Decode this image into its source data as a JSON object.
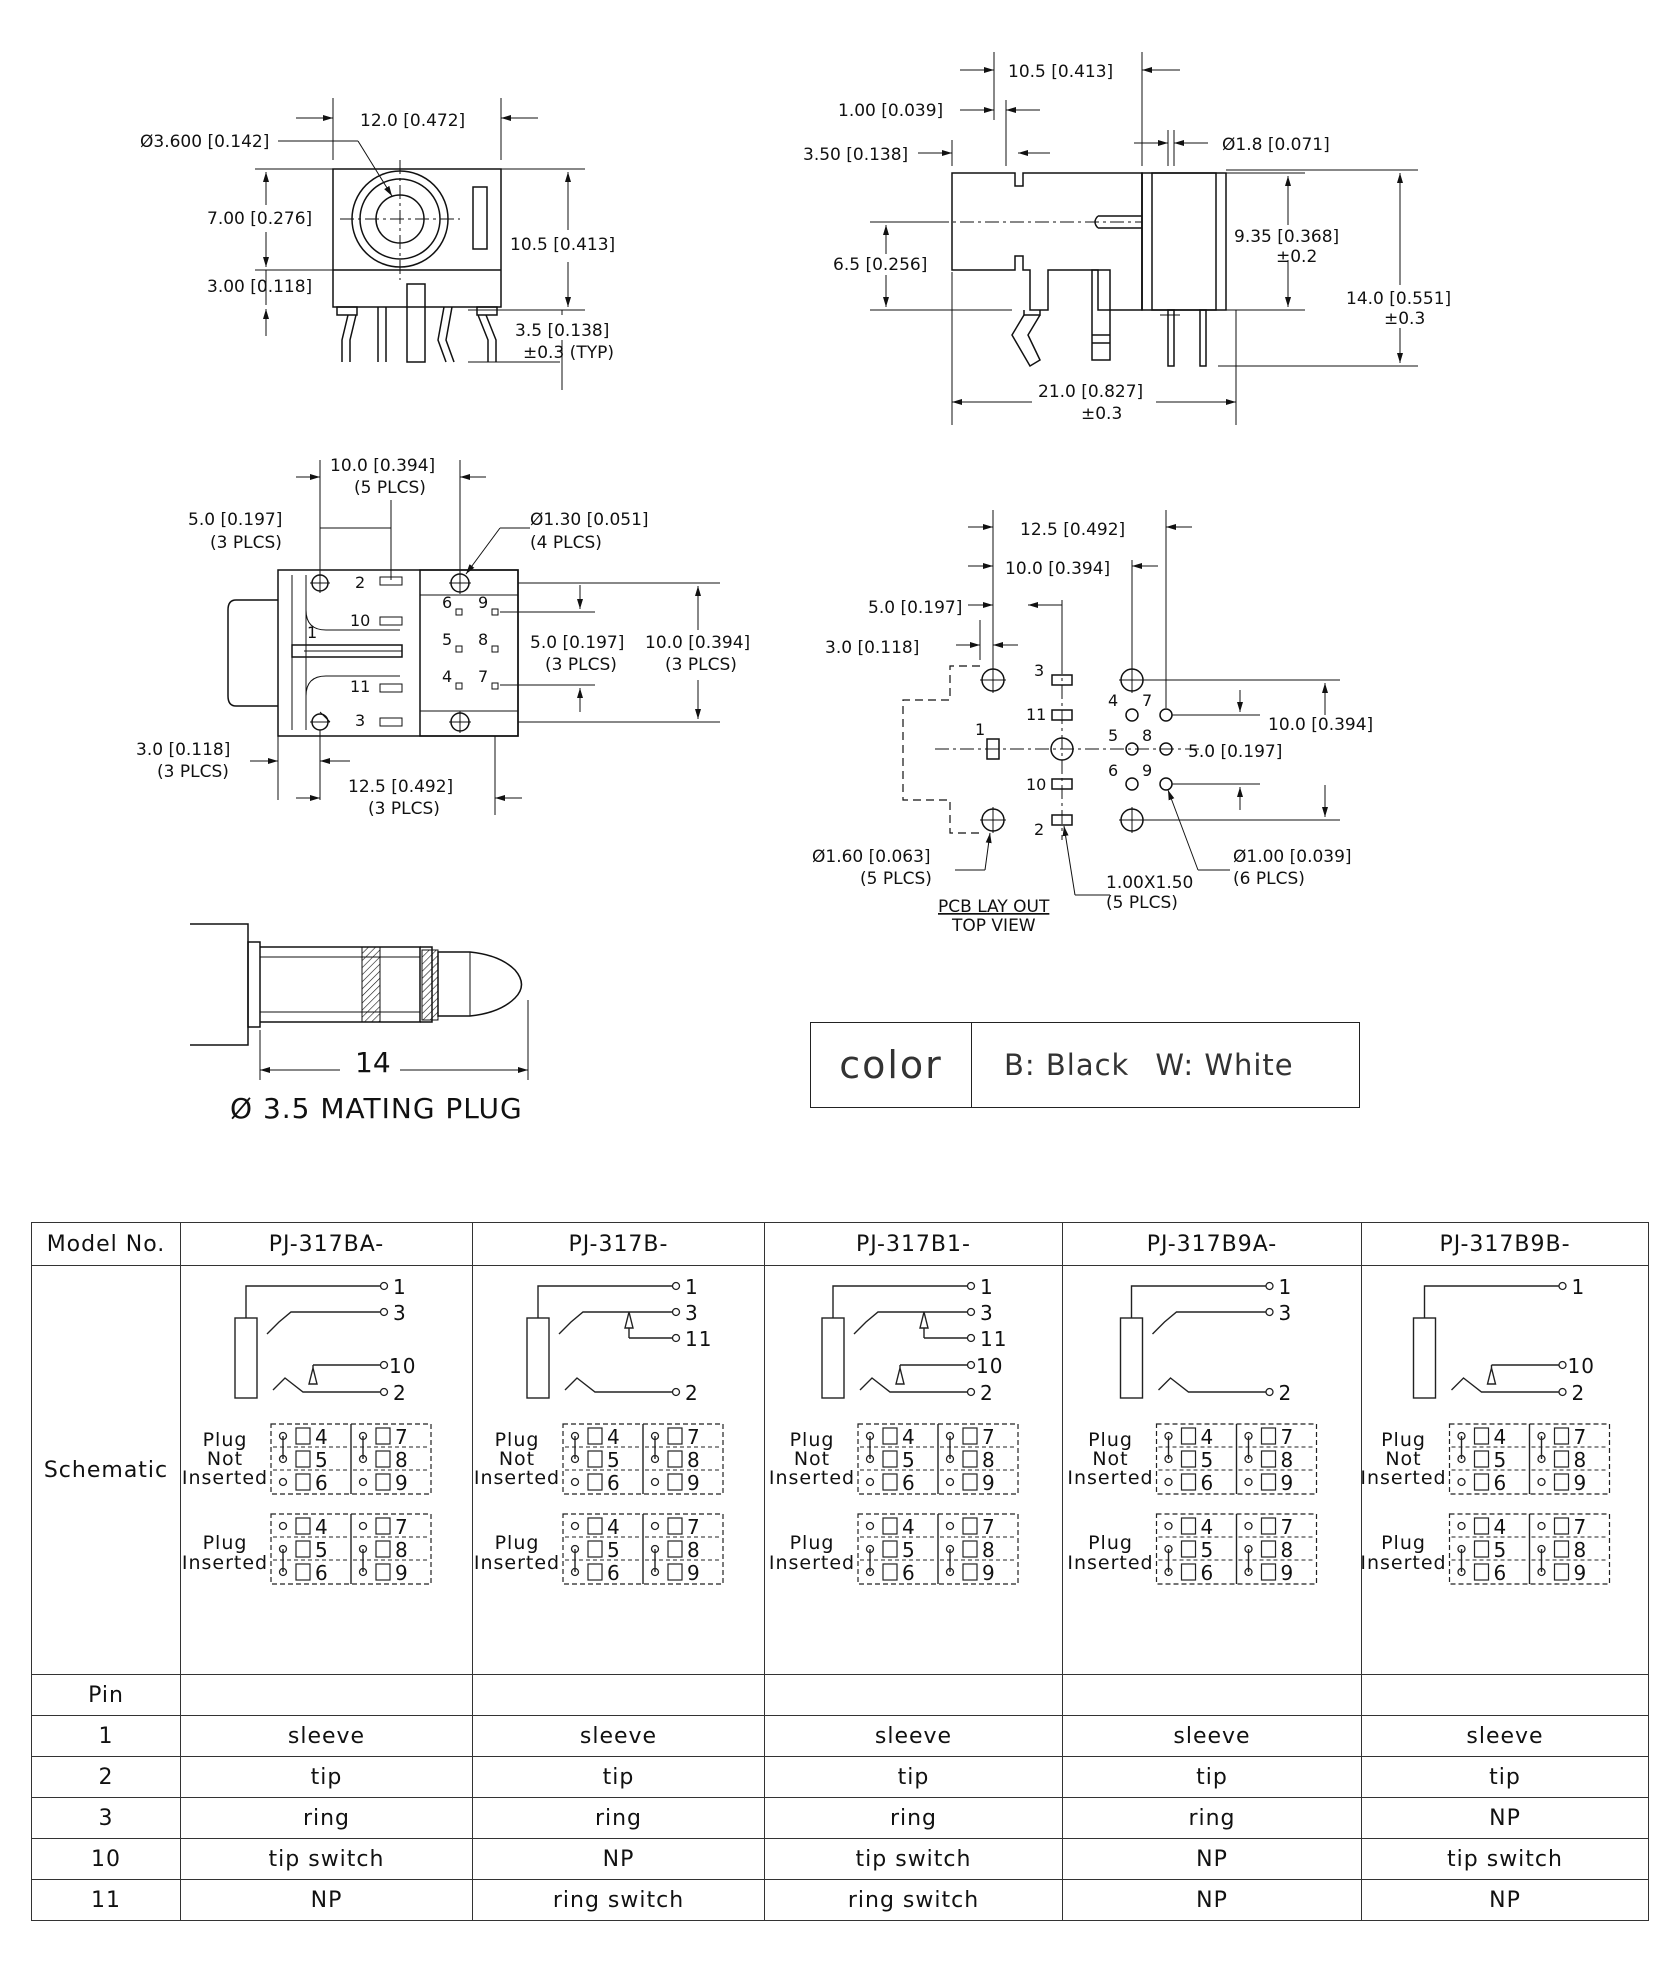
{
  "front_view": {
    "dim_width": "12.0 [0.472]",
    "dim_dia": "Ø3.600 [0.142]",
    "dim_700": "7.00 [0.276]",
    "dim_300": "3.00 [0.118]",
    "dim_height": "10.5 [0.413]",
    "dim_pin": "3.5 [0.138]",
    "dim_pin_tol": "±0.3 (TYP)"
  },
  "side_view": {
    "dim_105": "10.5 [0.413]",
    "dim_100": "1.00 [0.039]",
    "dim_350": "3.50 [0.138]",
    "dim_dia18": "Ø1.8 [0.071]",
    "dim_65": "6.5 [0.256]",
    "dim_935": "9.35 [0.368]",
    "dim_935_tol": "±0.2",
    "dim_140": "14.0 [0.551]",
    "dim_140_tol": "±0.3",
    "dim_210": "21.0 [0.827]",
    "dim_210_tol": "±0.3"
  },
  "top_view": {
    "dim_100": "10.0 [0.394]",
    "dim_100_note": "(5 PLCS)",
    "dim_50": "5.0 [0.197]",
    "dim_50_note": "(3 PLCS)",
    "dim_dia130": "Ø1.30 [0.051]",
    "dim_dia130_note": "(4 PLCS)",
    "dim_50r": "5.0 [0.197]",
    "dim_50r_note": "(3 PLCS)",
    "dim_100r": "10.0 [0.394]",
    "dim_100r_note": "(3 PLCS)",
    "dim_30": "3.0 [0.118]",
    "dim_30_note": "(3 PLCS)",
    "dim_125": "12.5 [0.492]",
    "dim_125_note": "(3 PLCS)",
    "pins": [
      "2",
      "10",
      "1",
      "11",
      "3",
      "6",
      "9",
      "5",
      "8",
      "4",
      "7"
    ]
  },
  "pcb_view": {
    "dim_125": "12.5 [0.492]",
    "dim_100": "10.0 [0.394]",
    "dim_50": "5.0 [0.197]",
    "dim_30": "3.0 [0.118]",
    "dim_100r": "10.0 [0.394]",
    "dim_50r": "5.0 [0.197]",
    "dim_dia160": "Ø1.60 [0.063]",
    "dim_dia160_note": "(5 PLCS)",
    "dim_slot": "1.00X1.50",
    "dim_slot_note": "(5 PLCS)",
    "dim_dia100": "Ø1.00 [0.039]",
    "dim_dia100_note": "(6 PLCS)",
    "title": "PCB LAY OUT",
    "subtitle": "TOP VIEW",
    "pins": [
      "3",
      "11",
      "1",
      "10",
      "2",
      "4",
      "7",
      "5",
      "8",
      "6",
      "9"
    ]
  },
  "plug": {
    "length": "14",
    "caption": "Ø 3.5 MATING PLUG"
  },
  "color": {
    "label": "color",
    "black": "B: Black",
    "white": "W: White"
  },
  "table": {
    "header_label": "Model No.",
    "models": [
      "PJ-317BA-",
      "PJ-317B-",
      "PJ-317B1-",
      "PJ-317B9A-",
      "PJ-317B9B-"
    ],
    "schematic_label": "Schematic",
    "plug_not_inserted": [
      "Plug",
      "Not",
      "Inserted"
    ],
    "plug_inserted": [
      "Plug",
      "Inserted"
    ],
    "switch_nums": [
      "4",
      "7",
      "5",
      "8",
      "6",
      "9"
    ],
    "schem_pins": [
      "1",
      "3",
      "11",
      "10",
      "2"
    ],
    "pin_label": "Pin",
    "rows": [
      {
        "pin": "1",
        "values": [
          "sleeve",
          "sleeve",
          "sleeve",
          "sleeve",
          "sleeve"
        ]
      },
      {
        "pin": "2",
        "values": [
          "tip",
          "tip",
          "tip",
          "tip",
          "tip"
        ]
      },
      {
        "pin": "3",
        "values": [
          "ring",
          "ring",
          "ring",
          "ring",
          "NP"
        ]
      },
      {
        "pin": "10",
        "values": [
          "tip switch",
          "NP",
          "tip switch",
          "NP",
          "tip switch"
        ]
      },
      {
        "pin": "11",
        "values": [
          "NP",
          "ring switch",
          "ring switch",
          "NP",
          "NP"
        ]
      }
    ]
  }
}
